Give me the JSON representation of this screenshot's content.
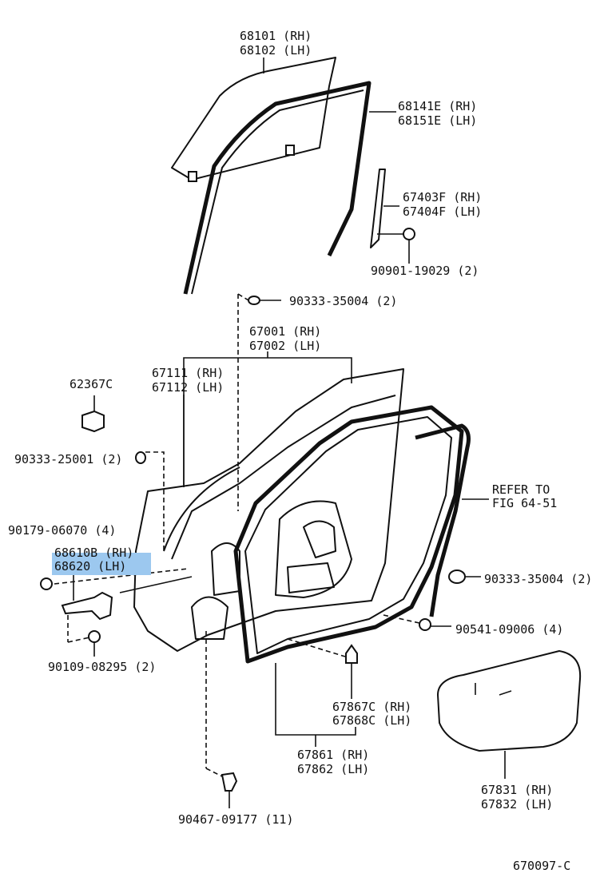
{
  "diagram_id": "670097-C",
  "callouts": {
    "glass": [
      "68101 (RH)",
      "68102 (LH)"
    ],
    "run_channel": [
      "68141E (RH)",
      "68151E (LH)"
    ],
    "division_bar": [
      "67403F (RH)",
      "67404F (LH)"
    ],
    "screw_90901": "90901-19029 (2)",
    "plug_top": "90333-35004 (2)",
    "door_panel": [
      "67001 (RH)",
      "67002 (LH)"
    ],
    "belt_molding": [
      "67111 (RH)",
      "67112 (LH)"
    ],
    "clip_62367c": "62367C",
    "plug_left": "90333-25001 (2)",
    "nut_90179": "90179-06070 (4)",
    "hinge": [
      "68610B (RH)",
      "68620  (LH)"
    ],
    "refer_to": [
      "REFER TO",
      "FIG 64-51"
    ],
    "plug_right": "90333-35004 (2)",
    "clip_90541": "90541-09006 (4)",
    "bolt_90109": "90109-08295 (2)",
    "clip_67867": [
      "67867C (RH)",
      "67868C (LH)"
    ],
    "weatherstrip": [
      "67861 (RH)",
      "67862 (LH)"
    ],
    "service_hole_cover": [
      "67831 (RH)",
      "67832 (LH)"
    ],
    "clip_90467": "90467-09177 (11)"
  }
}
